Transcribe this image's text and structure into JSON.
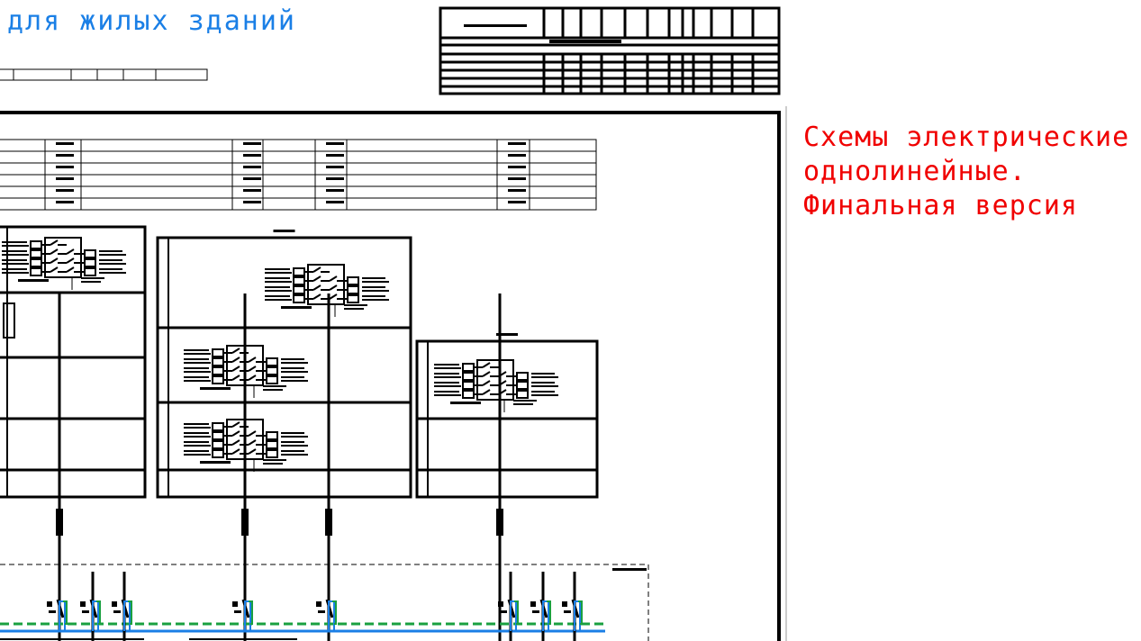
{
  "drawing": {
    "title": "для жилых зданий",
    "sheet_name_lines": [
      "Схемы электрические",
      "однолинейные.",
      "Финальная версия"
    ],
    "colors": {
      "title": "#1a7fe6",
      "sheet_name": "#f00000",
      "ground_bus": "#1aa040",
      "neutral_bus": "#1a7fe6",
      "lines": "#000000"
    }
  }
}
